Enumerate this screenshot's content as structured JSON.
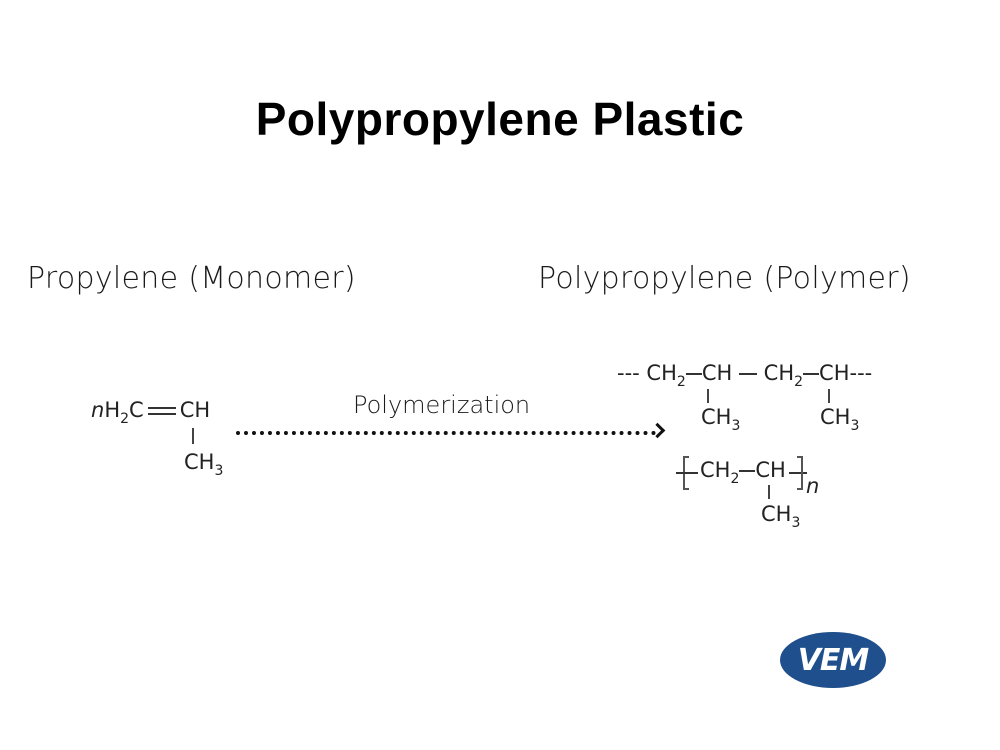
{
  "title": "Polypropylene Plastic",
  "monomer": {
    "heading": "Propylene (Monomer)",
    "formula": {
      "coef": "n",
      "left": "H",
      "left_sub": "2",
      "left_c": "C",
      "right": "CH",
      "branch": "CH",
      "branch_sub": "3"
    }
  },
  "reaction": {
    "label": "Polymerization"
  },
  "polymer": {
    "heading": "Polypropylene (Polymer)",
    "chain": {
      "lead": "---",
      "unit1": "CH",
      "unit1_sub": "2",
      "unit2": "CH",
      "unit3": "CH",
      "unit3_sub": "2",
      "unit4": "CH",
      "tail": "---",
      "branch1": "CH",
      "branch1_sub": "3",
      "branch2": "CH",
      "branch2_sub": "3"
    },
    "repeat": {
      "unit1": "CH",
      "unit1_sub": "2",
      "unit2": "CH",
      "branch": "CH",
      "branch_sub": "3",
      "subscript": "n"
    }
  },
  "logo": {
    "text": "VEM",
    "color": "#1f4f8c"
  }
}
